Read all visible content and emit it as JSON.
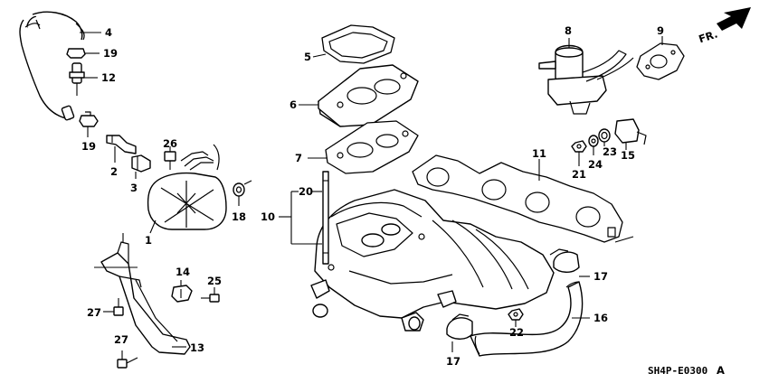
{
  "diagram": {
    "drawing_code": "SH4P-E0300",
    "drawing_revision": "A",
    "direction_label": "FR.",
    "callouts": {
      "c1": "1",
      "c2": "2",
      "c3": "3",
      "c4": "4",
      "c5": "5",
      "c6": "6",
      "c7": "7",
      "c8": "8",
      "c9": "9",
      "c10": "10",
      "c11": "11",
      "c12": "12",
      "c13": "13",
      "c14": "14",
      "c15": "15",
      "c16": "16",
      "c17a": "17",
      "c17b": "17",
      "c18": "18",
      "c19a": "19",
      "c19b": "19",
      "c20": "20",
      "c21": "21",
      "c22": "22",
      "c23": "23",
      "c24": "24",
      "c25": "25",
      "c26": "26",
      "c27a": "27",
      "c27b": "27"
    }
  }
}
